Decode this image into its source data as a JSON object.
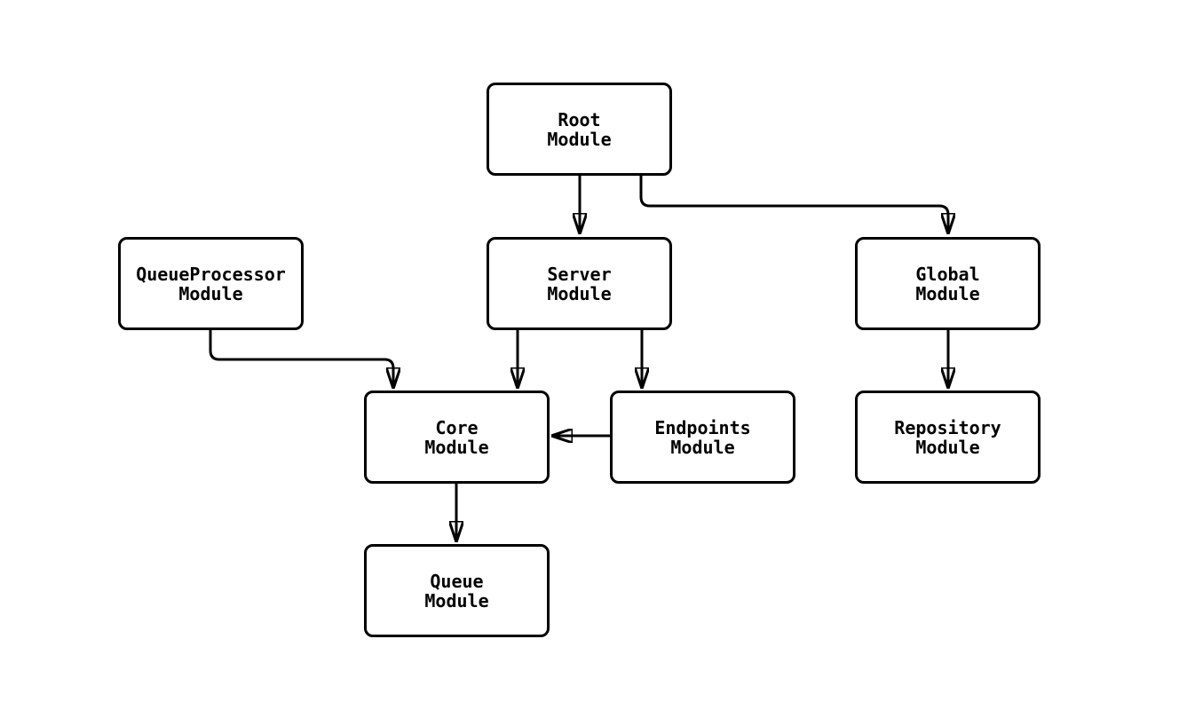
{
  "diagram": {
    "type": "module-dependency-graph",
    "nodes": [
      {
        "id": "root",
        "label": "Root\nModule"
      },
      {
        "id": "queueprocessor",
        "label": "QueueProcessor\nModule"
      },
      {
        "id": "server",
        "label": "Server\nModule"
      },
      {
        "id": "global",
        "label": "Global\nModule"
      },
      {
        "id": "core",
        "label": "Core\nModule"
      },
      {
        "id": "endpoints",
        "label": "Endpoints\nModule"
      },
      {
        "id": "repository",
        "label": "Repository\nModule"
      },
      {
        "id": "queue",
        "label": "Queue\nModule"
      }
    ],
    "edges": [
      {
        "from": "Root Module",
        "to": "Server Module"
      },
      {
        "from": "Root Module",
        "to": "Global Module"
      },
      {
        "from": "QueueProcessor Module",
        "to": "Core Module"
      },
      {
        "from": "Server Module",
        "to": "Core Module"
      },
      {
        "from": "Server Module",
        "to": "Endpoints Module"
      },
      {
        "from": "Endpoints Module",
        "to": "Core Module"
      },
      {
        "from": "Global Module",
        "to": "Repository Module"
      },
      {
        "from": "Core Module",
        "to": "Queue Module"
      }
    ],
    "colors": {
      "ink": "#000000",
      "background": "#ffffff",
      "node_fill": "#ffffff"
    }
  }
}
